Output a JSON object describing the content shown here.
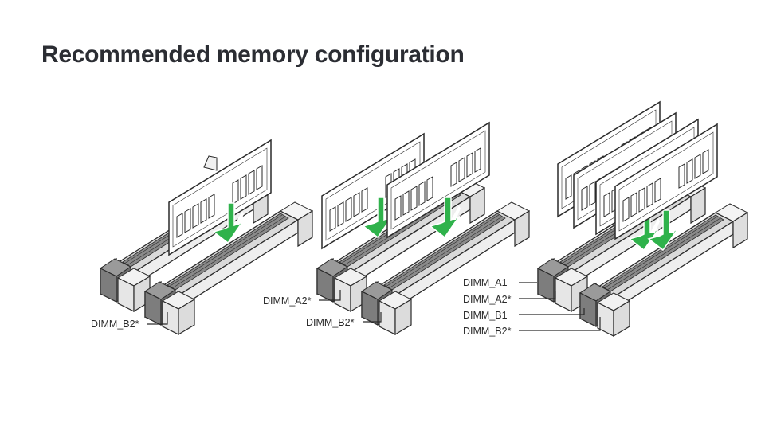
{
  "page": {
    "title": "Recommended memory configuration"
  },
  "colors": {
    "arrow": "#2fb24b",
    "slot_dark": "#7a7a7a",
    "slot_light": "#e6e6e6",
    "outline": "#2a2a2a",
    "module_fill": "#ffffff",
    "title_text": "#2b2d33"
  },
  "configurations": [
    {
      "name": "one-module",
      "modules_installed": 1,
      "labels": [
        "DIMM_B2*"
      ]
    },
    {
      "name": "two-modules",
      "modules_installed": 2,
      "labels": [
        "DIMM_A2*",
        "DIMM_B2*"
      ]
    },
    {
      "name": "four-modules",
      "modules_installed": 4,
      "labels": [
        "DIMM_A1",
        "DIMM_A2*",
        "DIMM_B1",
        "DIMM_B2*"
      ]
    }
  ]
}
